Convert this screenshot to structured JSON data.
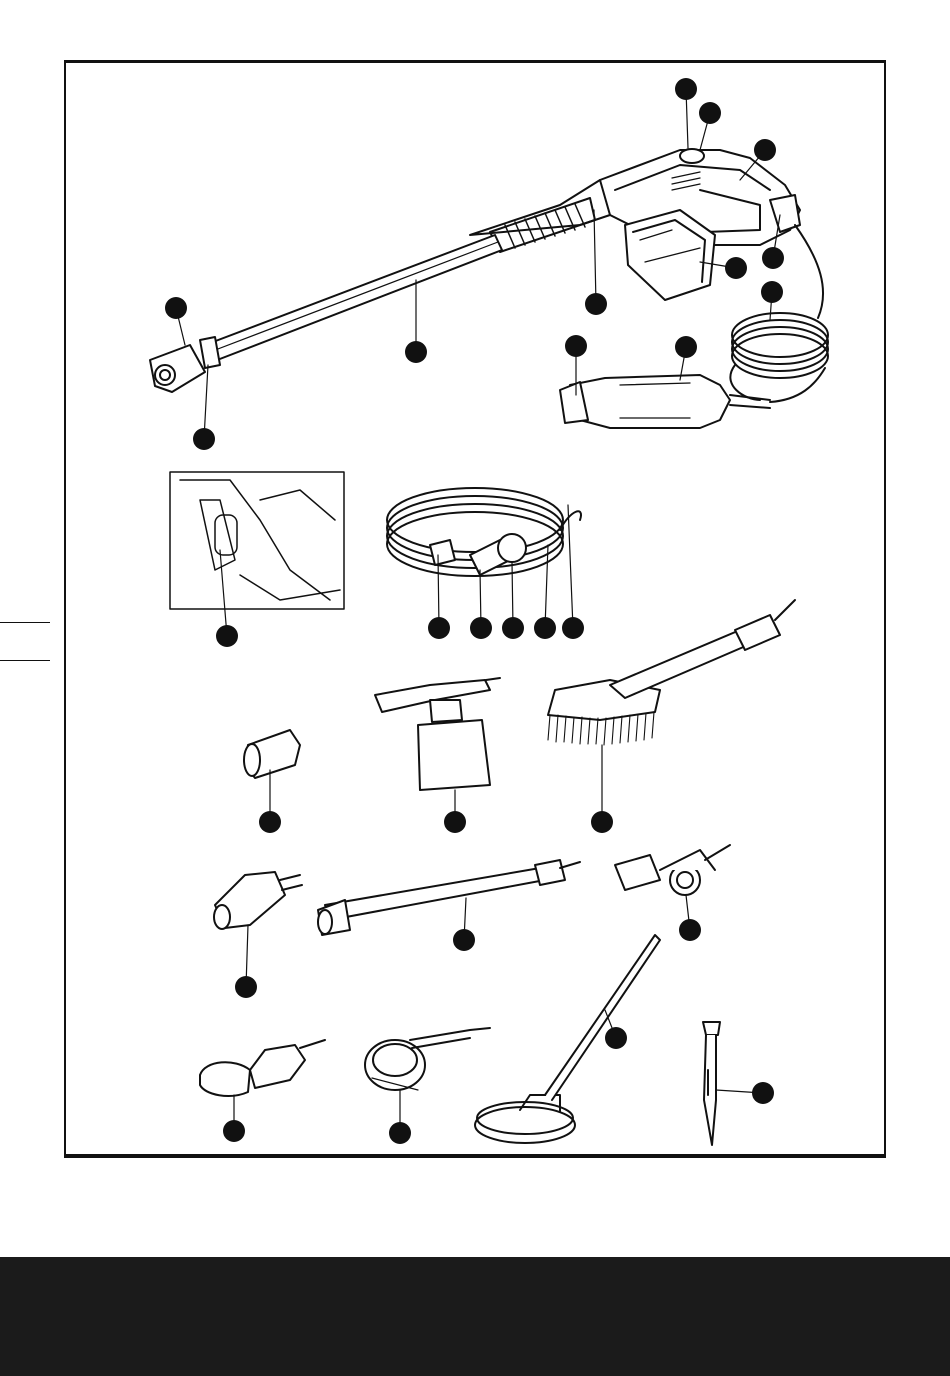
{
  "page": {
    "background": "#ffffff",
    "ink": "#111111",
    "footer_color": "#1b1b1b"
  },
  "figure": {
    "callout_count": 30,
    "callouts_labeled": false,
    "parts": [
      "pressure-washer-gun",
      "battery-pack",
      "lance",
      "nozzle",
      "coiled-hose",
      "water-inlet-filter",
      "detail-inset",
      "inlet-hose",
      "quick-connector",
      "foam-bottle",
      "wash-brush",
      "turbo-nozzle",
      "extension-wand",
      "angle-adapter",
      "soft-brush-nozzle",
      "rotary-brush",
      "patio-cleaner",
      "cleaning-needle"
    ]
  }
}
